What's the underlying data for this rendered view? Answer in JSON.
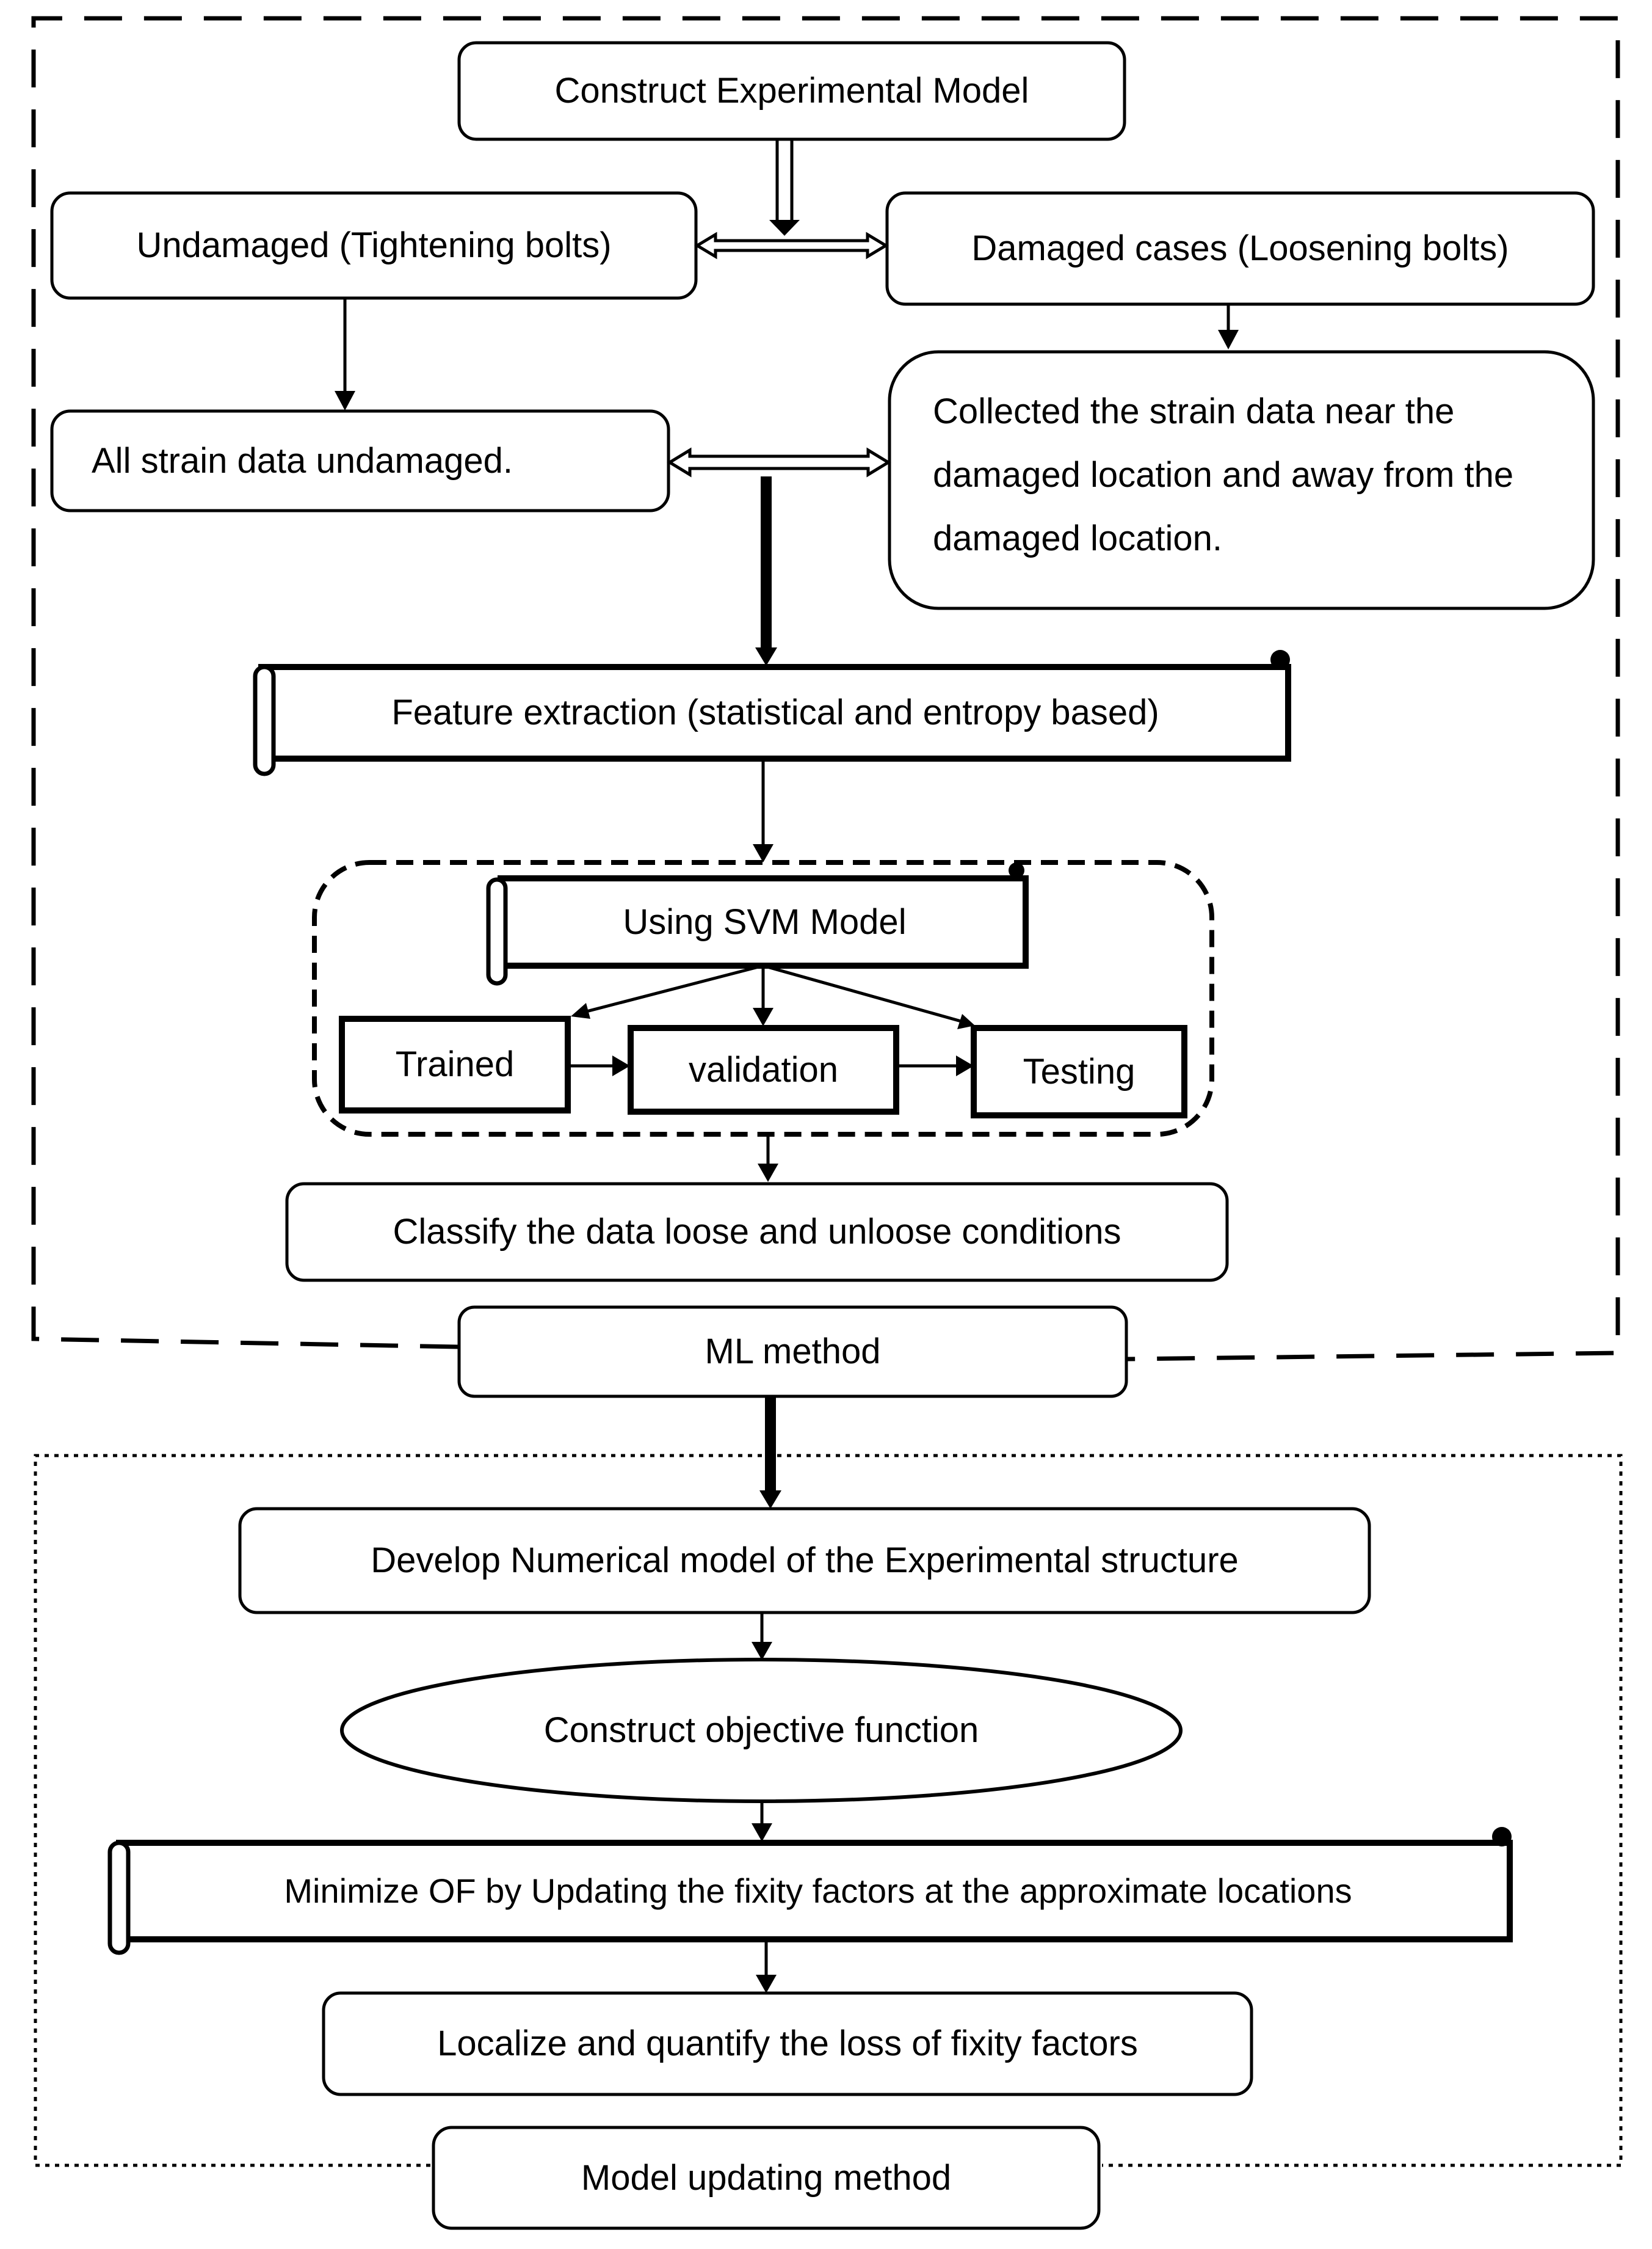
{
  "ml_section": {
    "caption": "ML method",
    "steps": {
      "construct_model": "Construct Experimental Model",
      "undamaged": "Undamaged (Tightening bolts)",
      "damaged_cases": "Damaged cases (Loosening bolts)",
      "all_strain": "All strain data undamaged.",
      "collected_strain": "Collected the strain data near the damaged location and away from the damaged location.",
      "feature_extraction": "Feature extraction (statistical and entropy based)",
      "classify": "Classify the data loose and unloose conditions"
    },
    "svm_group": {
      "title": "Using SVM Model",
      "trained": "Trained",
      "validation": "validation",
      "testing": "Testing"
    }
  },
  "mu_section": {
    "caption": "Model updating method",
    "steps": {
      "develop_numerical": "Develop Numerical model of the Experimental structure",
      "objective_function": "Construct objective function",
      "minimize_of": "Minimize OF by Updating the fixity factors at the approximate locations",
      "localize": "Localize and quantify the loss of fixity factors"
    }
  },
  "colors": {
    "stroke": "#000000",
    "fill": "#ffffff",
    "text": "#000000"
  }
}
